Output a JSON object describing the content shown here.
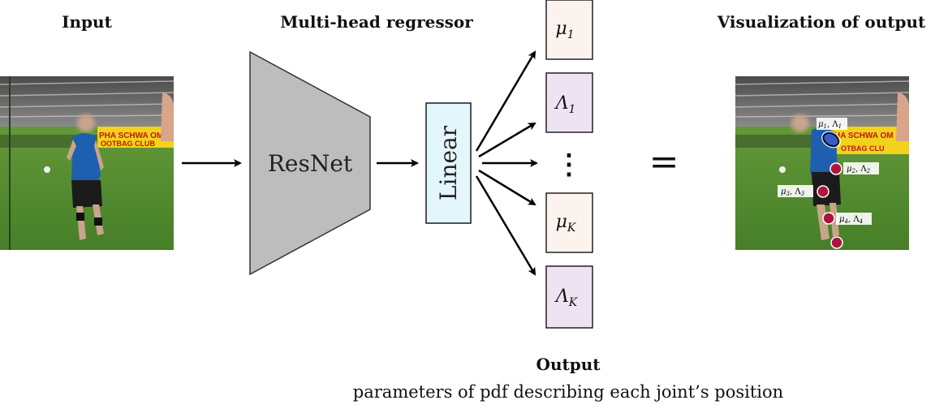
{
  "headers": {
    "input": "Input",
    "regressor": "Multi-head regressor",
    "visualization": "Visualization of output"
  },
  "blocks": {
    "backbone": "ResNet",
    "linear": "Linear"
  },
  "heads": [
    {
      "sym": "μ",
      "sub": "1",
      "color": "#fdf3ee"
    },
    {
      "sym": "Λ",
      "sub": "1",
      "color": "#ede3f2"
    },
    {
      "sym": "⋮",
      "sub": "",
      "color": "none"
    },
    {
      "sym": "μ",
      "sub": "K",
      "color": "#fdf3ee"
    },
    {
      "sym": "Λ",
      "sub": "K",
      "color": "#ede3f2"
    }
  ],
  "equals": "=",
  "output": {
    "title": "Output",
    "caption": "parameters of pdf describing each joint’s position"
  },
  "keypoints": [
    {
      "sym": "μ",
      "sub1": "1",
      "sym2": "Λ",
      "sub2": "1"
    },
    {
      "sym": "μ",
      "sub1": "2",
      "sym2": "Λ",
      "sub2": "2"
    },
    {
      "sym": "μ",
      "sub1": "3",
      "sym2": "Λ",
      "sub2": "3"
    },
    {
      "sym": "μ",
      "sub1": "4",
      "sym2": "Λ",
      "sub2": "4"
    }
  ],
  "photo": {
    "banner_text": "PHA SCHWA OME",
    "banner_text2": "OOTBAG CLUB",
    "viz_banner_text": "HA SCHWA OM",
    "viz_banner_text2": "OTBAG CLU"
  },
  "colors": {
    "resnet_fill": "#bdbdbd",
    "linear_fill": "#e3f6fc",
    "linear_stroke": "#1a1a1a",
    "keypoint_fill": "#b0143c",
    "grass": "#4f8a30",
    "jersey": "#1f5fb0"
  }
}
